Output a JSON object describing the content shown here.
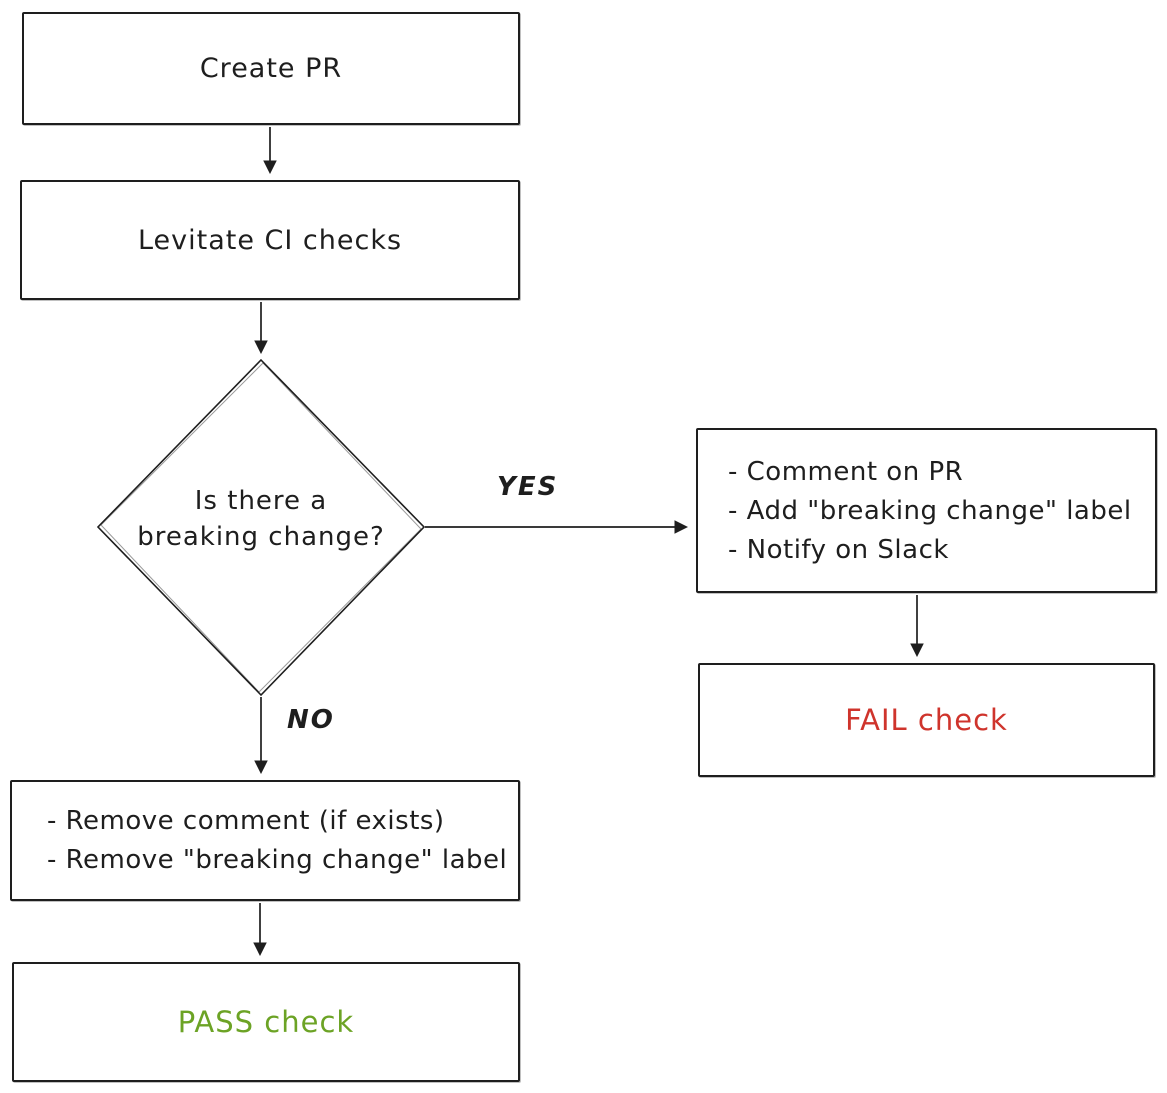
{
  "diagram": {
    "nodes": {
      "create_pr": {
        "label": "Create PR"
      },
      "levitate_ci": {
        "label": "Levitate CI checks"
      },
      "decision": {
        "label": "Is there a breaking change?"
      },
      "yes_actions": {
        "items": [
          "- Comment on PR",
          "- Add \"breaking change\" label",
          "- Notify on Slack"
        ]
      },
      "fail_check": {
        "label": "FAIL check"
      },
      "no_actions": {
        "items": [
          "- Remove comment (if exists)",
          "- Remove \"breaking change\" label"
        ]
      },
      "pass_check": {
        "label": "PASS check"
      }
    },
    "edge_labels": {
      "yes": "YES",
      "no": "NO"
    },
    "colors": {
      "stroke": "#1e1e1e",
      "fail_text": "#cf342c",
      "pass_text": "#6ca325",
      "background": "#ffffff"
    }
  }
}
